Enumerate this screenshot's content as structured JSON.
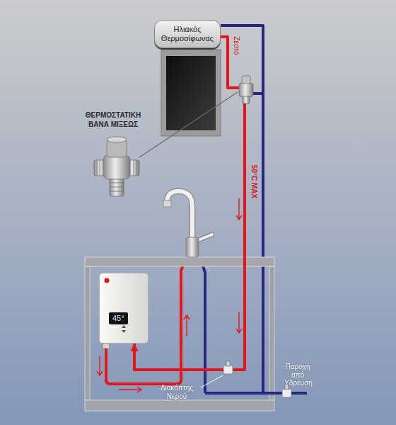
{
  "diagram": {
    "nodes": [
      {
        "text": [
          "Ηλιακός Θερμοσίφωνας"
        ]
      },
      {
        "text": [
          "45°"
        ]
      }
    ],
    "edges": [
      {
        "from": 0,
        "to": 1,
        "arrow": "to",
        "label": "50°C MAX"
      }
    ],
    "labels": [
      "Ζεστό",
      "ΘΕΡΜΟΣΤΑΤΙΚΗ ΒΑΝΑ ΜΙΞΕΩΣ",
      "Παροχή από Ύδρευση",
      "Διακόπτης Νερού"
    ]
  }
}
